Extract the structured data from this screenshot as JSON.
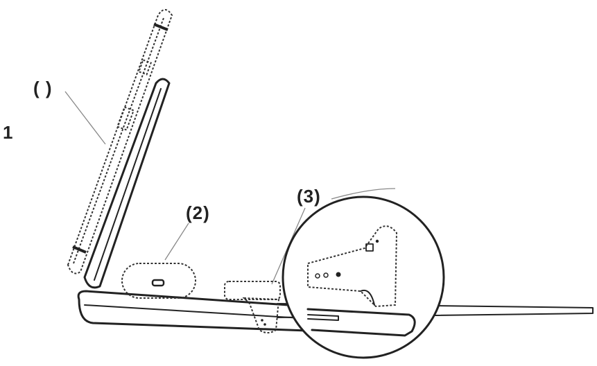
{
  "labels": {
    "num_1": "1",
    "phone": "(  )",
    "earbuds": "(2)",
    "watch": "(3)"
  },
  "colors": {
    "ink": "#222222",
    "leader": "#888888",
    "background": "#ffffff"
  }
}
